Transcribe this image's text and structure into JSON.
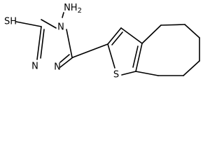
{
  "atoms": {
    "amino": "NH2",
    "thiol": "SH",
    "ring_n1": "N",
    "ring_n2": "N",
    "ring_n3": "N",
    "thiophene_s": "S"
  },
  "colors": {
    "bond": "#000000",
    "label": "#000000",
    "background": "#ffffff"
  }
}
